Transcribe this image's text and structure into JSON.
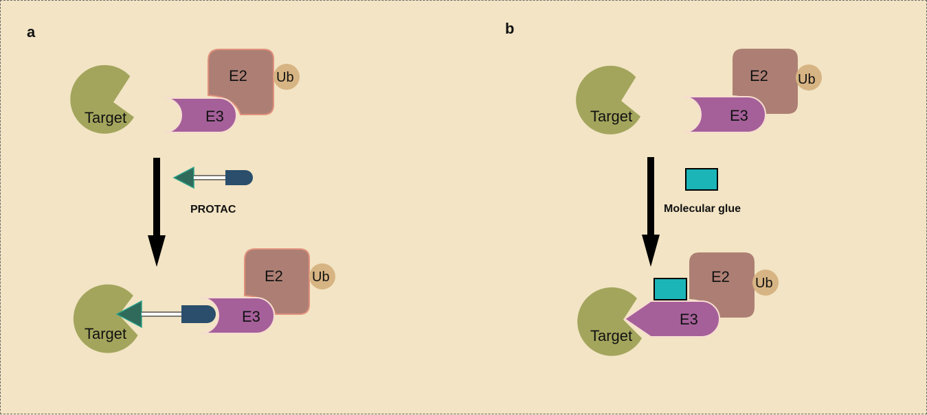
{
  "colors": {
    "background": "#f2e4c4",
    "target": "#a3a55d",
    "e3": "#a5609a",
    "e2": "#ad7f74",
    "e2_stroke": "#e0907c",
    "ub": "#d7b483",
    "warhead": "#2f6a5a",
    "anchor": "#2a4e6b",
    "glue": "#1bb5b8",
    "arrow": "#000000"
  },
  "panel_a": {
    "label": "a",
    "top": {
      "target": "Target",
      "e3": "E3",
      "e2": "E2",
      "ub": "Ub"
    },
    "degrader": {
      "name": "PROTAC",
      "icon": "protac-bifunctional-icon"
    },
    "bottom": {
      "target": "Target",
      "e3": "E3",
      "e2": "E2",
      "ub": "Ub"
    }
  },
  "panel_b": {
    "label": "b",
    "top": {
      "target": "Target",
      "e3": "E3",
      "e2": "E2",
      "ub": "Ub"
    },
    "degrader": {
      "name": "Molecular glue",
      "icon": "molecular-glue-icon"
    },
    "bottom": {
      "target": "Target",
      "e3": "E3",
      "e2": "E2",
      "ub": "Ub"
    }
  }
}
